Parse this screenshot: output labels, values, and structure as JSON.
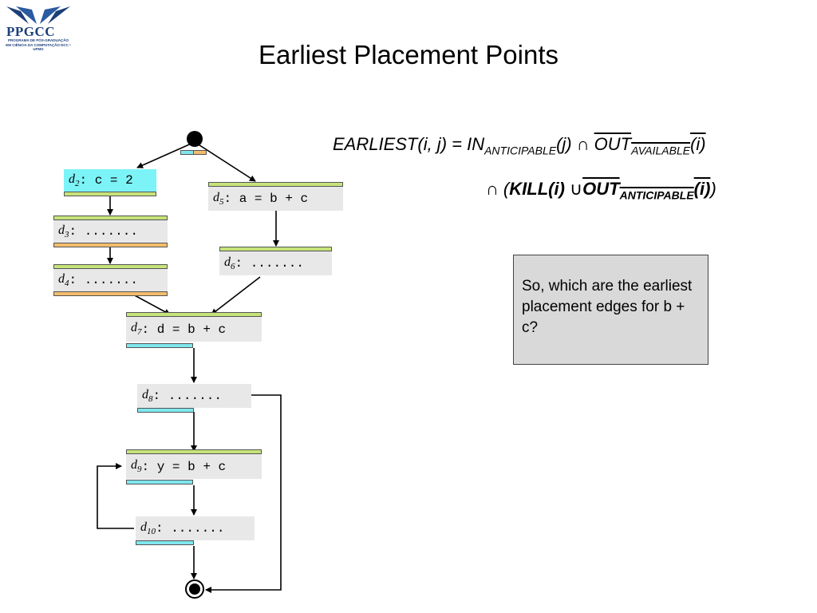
{
  "logo": {
    "name": "PPGCC",
    "subtitle": "PROGRAMA DE PÓS-GRADUAÇÃO EM CIÊNCIA DA COMPUTAÇÃO DCC • UFMG"
  },
  "title": "Earliest Placement Points",
  "formula": {
    "line1_lhs": "EARLIEST(i, j) = IN",
    "line1_sub1": "ANTICIPABLE",
    "line1_arg1": "(j) ∩ ",
    "line1_out": "OUT",
    "line1_sub2": "AVAILABLE",
    "line1_arg2": "(i)",
    "line2_open": "∩ (",
    "line2_kill": "KILL(i)",
    "line2_union": " ∪",
    "line2_out": "OUT",
    "line2_sub": "ANTICIPABLE",
    "line2_arg": "(i)",
    "line2_close": ")"
  },
  "question": "So, which are the earliest placement edges for b + c?",
  "nodes": {
    "d2": {
      "label": "d",
      "sub": "2",
      "code": ": c = 2"
    },
    "d3": {
      "label": "d",
      "sub": "3",
      "code": ": ......."
    },
    "d4": {
      "label": "d",
      "sub": "4",
      "code": ": ......."
    },
    "d5": {
      "label": "d",
      "sub": "5",
      "code": ": a = b + c"
    },
    "d6": {
      "label": "d",
      "sub": "6",
      "code": ": ......."
    },
    "d7": {
      "label": "d",
      "sub": "7",
      "code": ": d = b + c"
    },
    "d8": {
      "label": "d",
      "sub": "8",
      "code": ": ......."
    },
    "d9": {
      "label": "d",
      "sub": "9",
      "code": ": y = b + c"
    },
    "d10": {
      "label": "d",
      "sub": "10",
      "code": ": ......."
    }
  },
  "colors": {
    "anticipable_bar": "#c6e37a",
    "available_bar": "#7ee7ee",
    "kill_bar": "#f3bc6d",
    "highlight_node": "#7cf3f7",
    "node_bg": "#e8e8e8",
    "question_bg": "#d9d9d9"
  }
}
